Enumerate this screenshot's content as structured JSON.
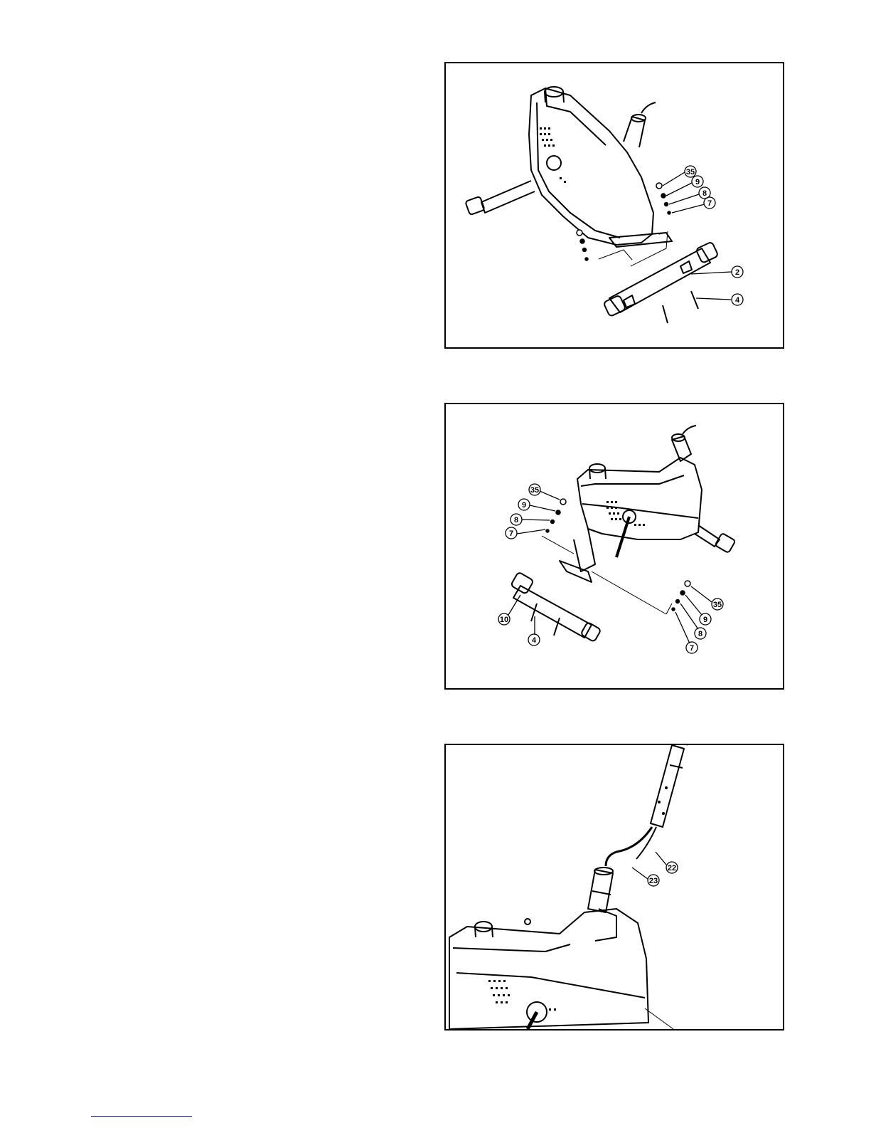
{
  "figures": [
    {
      "id": "rear-stabilizer",
      "callouts": [
        "35",
        "9",
        "8",
        "7",
        "2",
        "4"
      ]
    },
    {
      "id": "front-stabilizer",
      "callouts": [
        "35",
        "9",
        "8",
        "7",
        "10",
        "4",
        "35",
        "9",
        "8",
        "7"
      ]
    },
    {
      "id": "handlebar-post",
      "callouts": [
        "22",
        "23"
      ]
    }
  ],
  "colors": {
    "line": "#000000",
    "background": "#ffffff",
    "link": "#2222cc"
  }
}
